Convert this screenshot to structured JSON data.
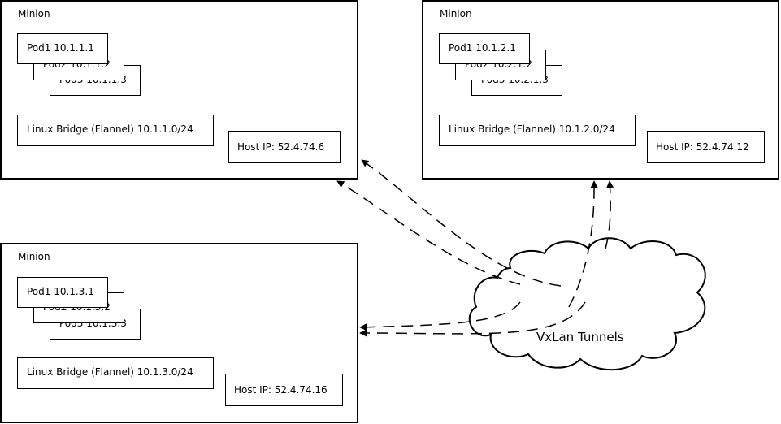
{
  "minions": [
    {
      "title": "Minion",
      "pods": [
        "Pod1 10.1.1.1",
        "Pod2 10.1.1.2",
        "Pod3 10.1.1.3"
      ],
      "bridge": "Linux Bridge (Flannel) 10.1.1.0/24",
      "host_ip": "Host IP: 52.4.74.6"
    },
    {
      "title": "Minion",
      "pods": [
        "Pod1 10.1.2.1",
        "Pod2 10.2.1.2",
        "Pod3 10.2.1.3"
      ],
      "bridge": "Linux Bridge (Flannel) 10.1.2.0/24",
      "host_ip": "Host IP: 52.4.74.12"
    },
    {
      "title": "Minion",
      "pods": [
        "Pod1 10.1.3.1",
        "Pod2 10.1.3.2",
        "Pod3 10.1.3.3"
      ],
      "bridge": "Linux Bridge (Flannel) 10.1.3.0/24",
      "host_ip": "Host IP: 52.4.74.16"
    }
  ],
  "cloud": {
    "label": "VxLan Tunnels"
  }
}
